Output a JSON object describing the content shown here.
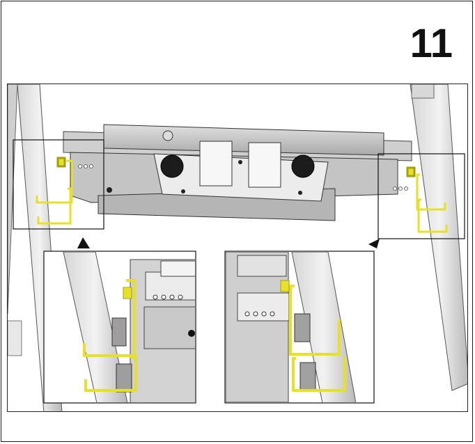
{
  "step": {
    "number": "11"
  },
  "illustration": {
    "highlight_color": "#e6e02a",
    "frame_color": "#bdbdbd",
    "knob_color": "#1c1c1c",
    "callouts": [
      "left-bracket-detail",
      "right-bracket-detail"
    ]
  }
}
